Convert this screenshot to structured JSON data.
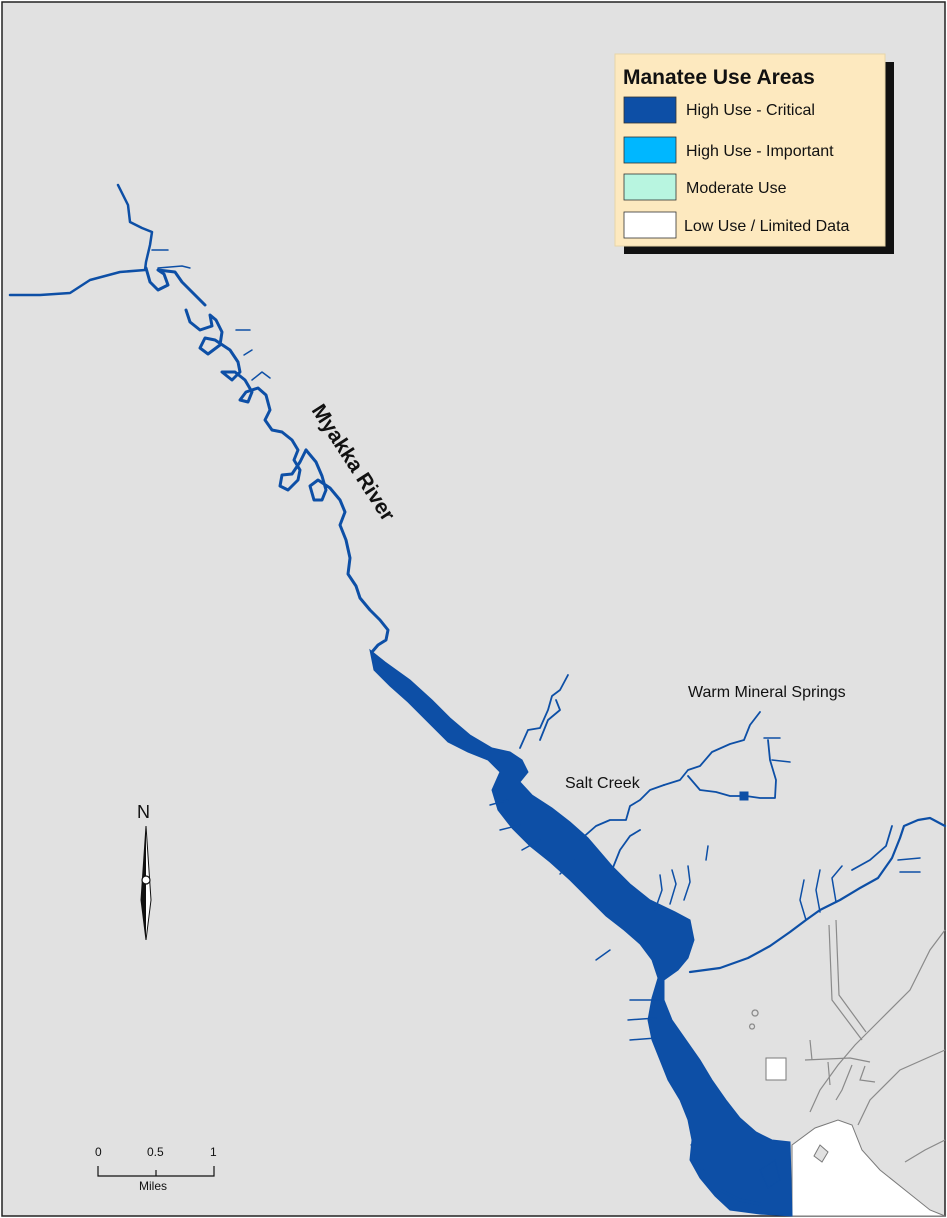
{
  "legend": {
    "title": "Manatee Use Areas",
    "items": [
      {
        "label": "High Use - Critical",
        "color": "#0d4fa6"
      },
      {
        "label": "High Use - Important",
        "color": "#00b7ff"
      },
      {
        "label": "Moderate Use",
        "color": "#b8f5e0"
      },
      {
        "label": "Low Use / Limited Data",
        "color": "#ffffff"
      }
    ],
    "background": "#fde9bf"
  },
  "places": {
    "river": "Myakka River",
    "springs": "Warm Mineral Springs",
    "creek": "Salt Creek"
  },
  "north_arrow": {
    "label": "N"
  },
  "scale_bar": {
    "ticks": [
      "0",
      "0.5",
      "1"
    ],
    "unit": "Miles"
  },
  "colors": {
    "map_background": "#e1e1e1",
    "water": "#0d4fa6",
    "land": "#ffffff"
  }
}
